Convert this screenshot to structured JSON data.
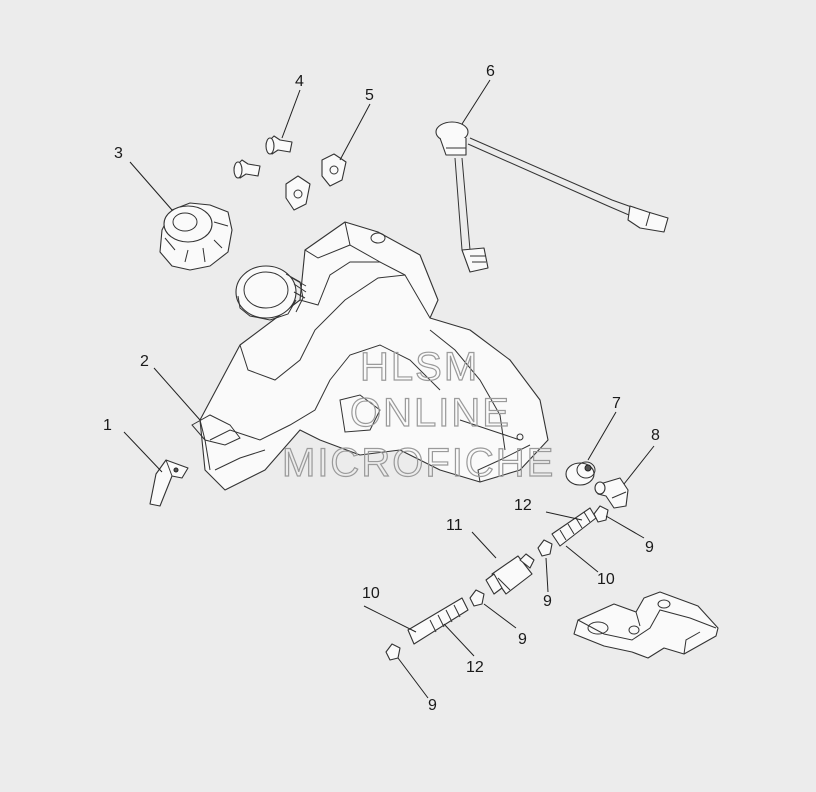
{
  "watermark": {
    "line1": "HLSM",
    "line2": "ONLINE",
    "line3": "MICROFICHE"
  },
  "callouts": {
    "c1": "1",
    "c2": "2",
    "c3": "3",
    "c4": "4",
    "c5": "5",
    "c6": "6",
    "c7": "7",
    "c8": "8",
    "c9a": "9",
    "c9b": "9",
    "c9c": "9",
    "c9d": "9",
    "c10a": "10",
    "c10b": "10",
    "c11": "11",
    "c12a": "12",
    "c12b": "12"
  }
}
